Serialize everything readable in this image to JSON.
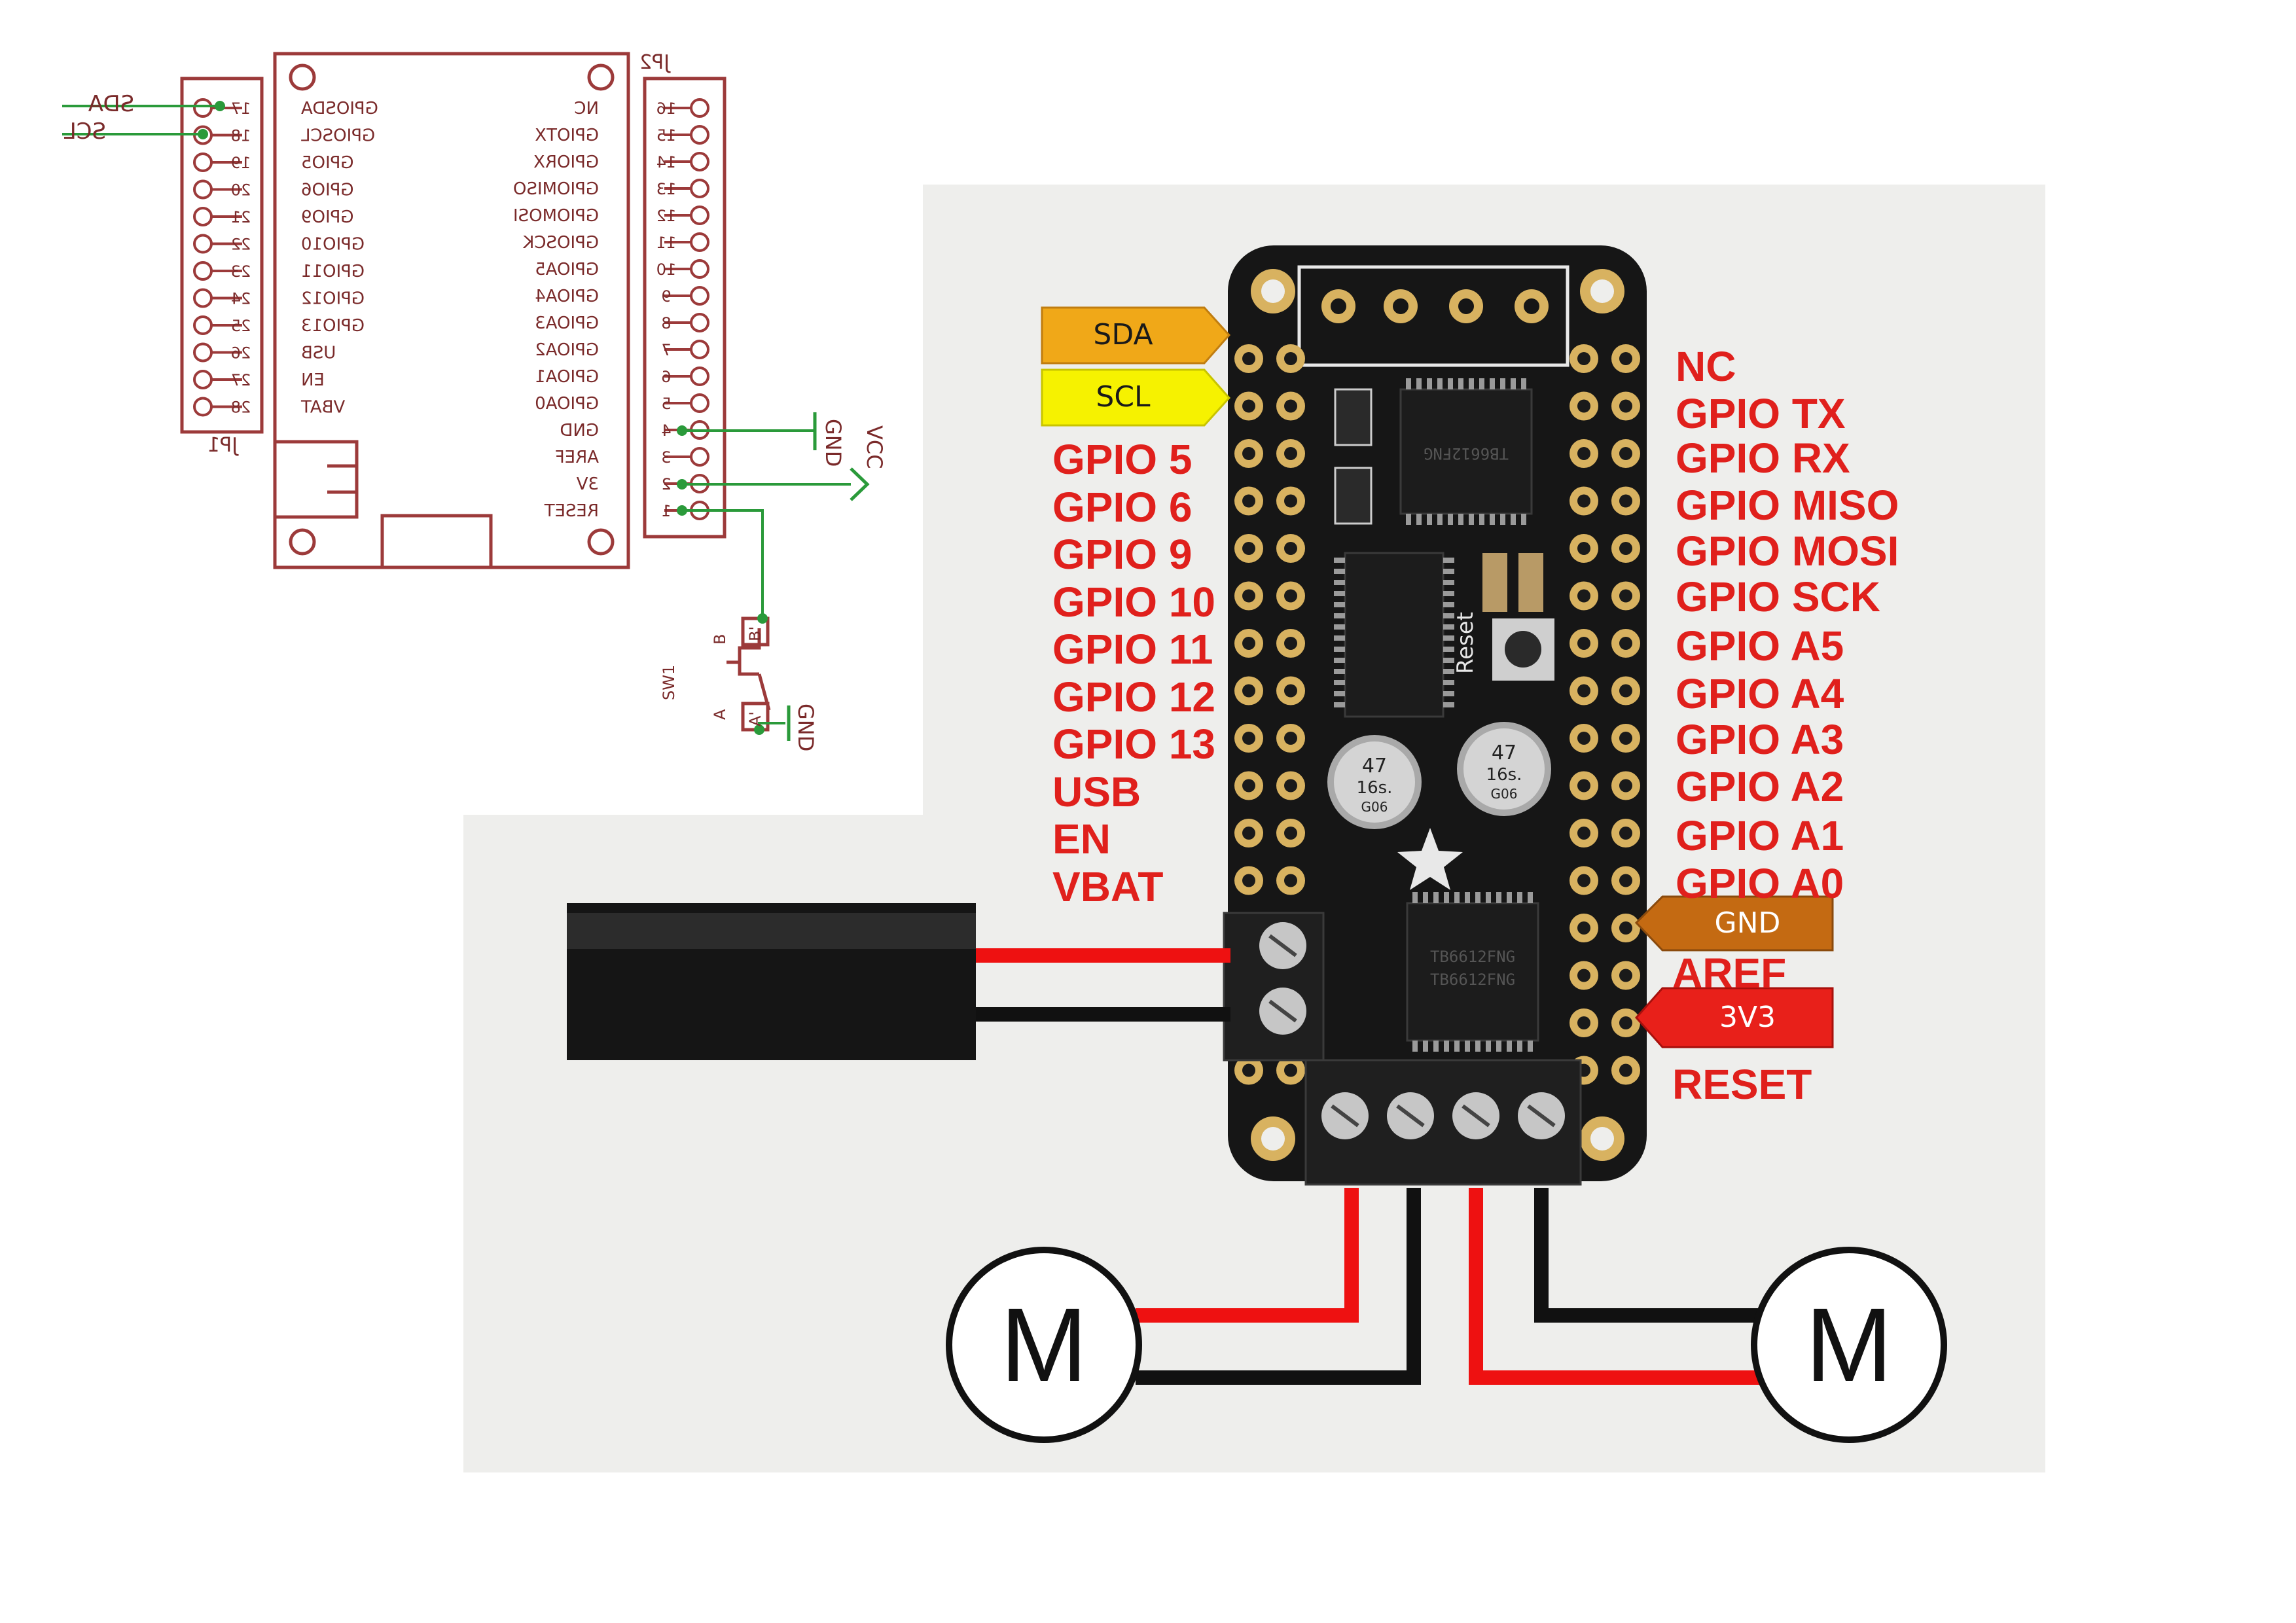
{
  "schematic": {
    "jp1_name": "JP1",
    "jp2_name": "JP2",
    "sw_name": "SW1",
    "sw_pin_a": "A",
    "sw_pin_b": "B",
    "sw_pin_a1": "A'",
    "sw_pin_b1": "B'",
    "net_sda": "SDA",
    "net_scl": "SCL",
    "net_gnd": "GND",
    "net_vcc": "VCC",
    "net_gnd2": "GND",
    "jp1_pins": [
      {
        "num": "17",
        "name": "GPIOSDA"
      },
      {
        "num": "18",
        "name": "GPIOSCL"
      },
      {
        "num": "19",
        "name": "GPIO5"
      },
      {
        "num": "20",
        "name": "GPIO6"
      },
      {
        "num": "21",
        "name": "GPIO9"
      },
      {
        "num": "22",
        "name": "GPIO10"
      },
      {
        "num": "23",
        "name": "GPIO11"
      },
      {
        "num": "24",
        "name": "GPIO12"
      },
      {
        "num": "25",
        "name": "GPIO13"
      },
      {
        "num": "26",
        "name": "USB"
      },
      {
        "num": "27",
        "name": "EN"
      },
      {
        "num": "28",
        "name": "VBAT"
      }
    ],
    "jp2_pins": [
      {
        "num": "16",
        "name": "NC"
      },
      {
        "num": "15",
        "name": "GPIOTX"
      },
      {
        "num": "14",
        "name": "GPIORX"
      },
      {
        "num": "13",
        "name": "GPIOMISO"
      },
      {
        "num": "12",
        "name": "GPIOMOSI"
      },
      {
        "num": "11",
        "name": "GPIOSCK"
      },
      {
        "num": "10",
        "name": "GPIOA5"
      },
      {
        "num": "9",
        "name": "GPIOA4"
      },
      {
        "num": "8",
        "name": "GPIOA3"
      },
      {
        "num": "7",
        "name": "GPIOA2"
      },
      {
        "num": "6",
        "name": "GPIOA1"
      },
      {
        "num": "5",
        "name": "GPIOA0"
      },
      {
        "num": "4",
        "name": "GND"
      },
      {
        "num": "3",
        "name": "AREF"
      },
      {
        "num": "2",
        "name": "3V"
      },
      {
        "num": "1",
        "name": "RESET"
      }
    ]
  },
  "board": {
    "chip_top": "TB6612FNG",
    "chip_bottom": "TB6612FNG",
    "chip_bottom2": "TB6612FNG",
    "reset_label": "Reset",
    "cap_text_1": "47",
    "cap_text_2": "16s.",
    "cap_text_3": "G06",
    "motor_label": "M"
  },
  "flags": {
    "sda": "SDA",
    "scl": "SCL",
    "gnd": "GND",
    "v33": "3V3"
  },
  "left_labels": [
    "GPIO 5",
    "GPIO 6",
    "GPIO 9",
    "GPIO 10",
    "GPIO 11",
    "GPIO 12",
    "GPIO 13",
    "USB",
    "EN",
    "VBAT"
  ],
  "right_labels": [
    "NC",
    "GPIO TX",
    "GPIO RX",
    "GPIO MISO",
    "GPIO MOSI",
    "GPIO SCK",
    "GPIO A5",
    "GPIO A4",
    "GPIO A3",
    "GPIO A2",
    "GPIO A1",
    "GPIO A0",
    "AREF",
    "RESET"
  ],
  "colors": {
    "label_red": "#e0201c",
    "sda_flag": "#f0a818",
    "scl_flag": "#f6f200",
    "gnd_flag": "#c46a12",
    "v33_flag": "#e8201a",
    "schematic": "#9c3a3a",
    "net": "#2a9a3a",
    "wire_red": "#ee1111",
    "wire_black": "#111111"
  }
}
